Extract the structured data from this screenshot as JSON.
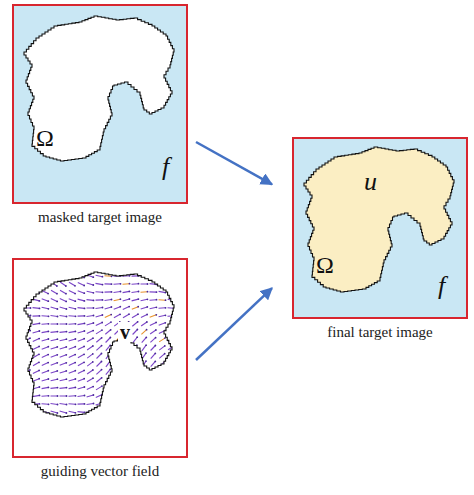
{
  "diagram": {
    "nodes": [
      {
        "text": [
          "f",
          "masked target image"
        ]
      },
      {
        "text": [
          "Ω"
        ],
        "in": 0
      },
      {
        "text": [
          "guiding vector field"
        ]
      },
      {
        "text": [
          "v"
        ],
        "in": 2
      },
      {
        "text": [
          "f",
          "final target image"
        ]
      },
      {
        "text": [
          "u",
          "Ω"
        ],
        "in": 4
      }
    ],
    "edges": [
      {
        "from": 0,
        "to": 4,
        "arrow": "to"
      },
      {
        "from": 2,
        "to": 4,
        "arrow": "to"
      }
    ]
  }
}
